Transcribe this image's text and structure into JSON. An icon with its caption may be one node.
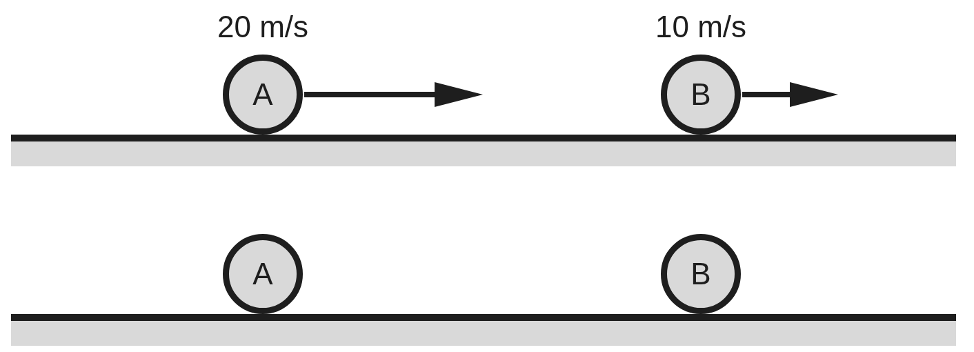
{
  "diagram": {
    "nodes": [
      {
        "text": [
          "A"
        ],
        "beside": [
          "20 m/s"
        ]
      },
      {
        "text": [
          "B"
        ],
        "beside": [
          "10 m/s"
        ]
      },
      {
        "text": [
          "A"
        ]
      },
      {
        "text": [
          "B"
        ]
      }
    ]
  }
}
